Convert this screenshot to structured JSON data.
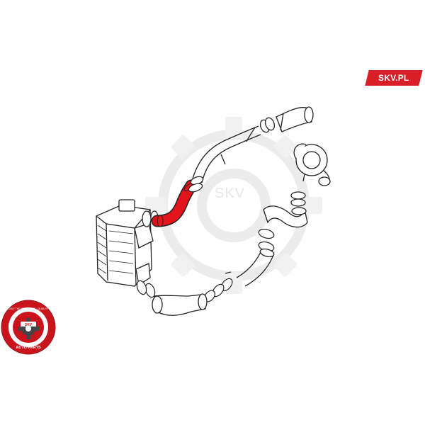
{
  "brand": {
    "label": "SKV.PL",
    "color": "#d81e26"
  },
  "watermark": {
    "text": "SKV"
  },
  "seal": {
    "top_text": "ONLY THE BEST PRICE · QUALITY",
    "bottom_text": "AUTO PARTS",
    "center_text": "SKV"
  },
  "diagram": {
    "highlight_color": "#e3141c",
    "line_color": "#222222",
    "highlighted_part": "intercooler-hose"
  }
}
